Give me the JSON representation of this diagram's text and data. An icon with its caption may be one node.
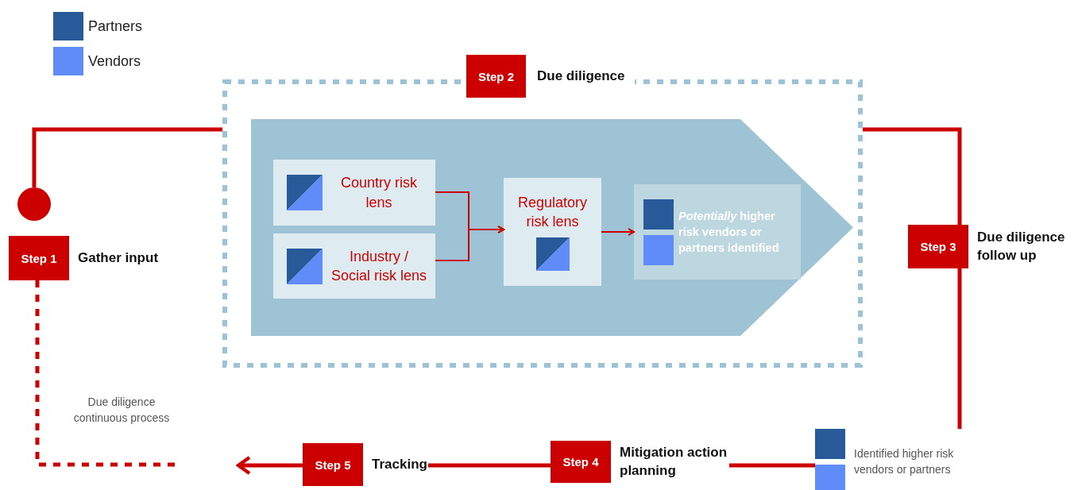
{
  "diagram": {
    "nodes": [
      {
        "text": [
          "Step 1",
          "Gather input"
        ]
      },
      {
        "text": [],
        "shape": "circle"
      },
      {
        "text": [],
        "shape": "box"
      },
      {
        "text": [
          "Step 2",
          "Due diligence"
        ]
      },
      {
        "text": [],
        "shape": "arrow",
        "in": 2
      },
      {
        "text": [
          "Country risk lens"
        ],
        "in": 4
      },
      {
        "text": [
          "Industry / Social risk lens"
        ],
        "in": 4
      },
      {
        "text": [
          "Regulatory risk lens"
        ],
        "in": 4
      },
      {
        "text": [
          "*Potentially* higher risk vendors or partners identified"
        ],
        "in": 4
      },
      {
        "text": [
          "Step 3",
          "Due diligence follow up"
        ]
      },
      {
        "text": [
          "Identified higher risk vendors or partners"
        ]
      },
      {
        "text": [
          "Step 4",
          "Mitigation action planning"
        ]
      },
      {
        "text": [
          "Step 5",
          "Tracking"
        ]
      }
    ],
    "edges": [
      {
        "from": 1,
        "to": 2,
        "arrow": "none"
      },
      {
        "from": 2,
        "to": 9,
        "arrow": "none"
      },
      {
        "from": 5,
        "to": 7,
        "arrow": "to"
      },
      {
        "from": 6,
        "to": 7,
        "arrow": "to"
      },
      {
        "from": 7,
        "to": 8,
        "arrow": "to"
      },
      {
        "from": 9,
        "to": 10,
        "arrow": "none"
      },
      {
        "from": 10,
        "to": 11,
        "arrow": "none"
      },
      {
        "from": 11,
        "to": 12,
        "arrow": "none"
      },
      {
        "from": 12,
        "to": null,
        "arrow": "to"
      },
      {
        "from": 0,
        "to": null,
        "arrow": "none",
        "style": "dashed"
      }
    ],
    "labels": [
      "Due diligence continuous process"
    ],
    "legend": [
      {
        "text": "Partners",
        "color": "#285a9a"
      },
      {
        "text": "Vendors",
        "color": "#5f8cf8"
      }
    ]
  }
}
